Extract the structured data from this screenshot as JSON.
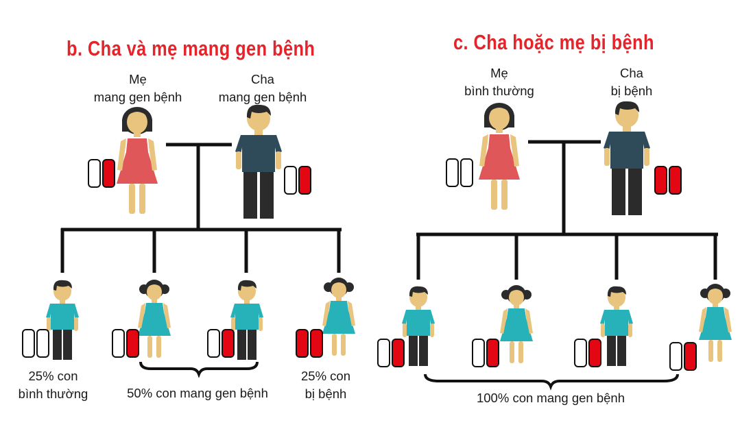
{
  "left": {
    "title": "b. Cha và mẹ mang gen bệnh",
    "mother_label": [
      "Mẹ",
      "mang gen bệnh"
    ],
    "father_label": [
      "Cha",
      "mang gen bệnh"
    ],
    "outcome_normal": [
      "25% con",
      "bình thường"
    ],
    "outcome_carrier": "50% con mang gen bệnh",
    "outcome_sick": [
      "25% con",
      "bị bệnh"
    ]
  },
  "right": {
    "title": "c. Cha hoặc mẹ bị bệnh",
    "mother_label": [
      "Mẹ",
      "bình thường"
    ],
    "father_label": [
      "Cha",
      "bị bệnh"
    ],
    "outcome_all": "100% con mang gen bệnh"
  },
  "colors": {
    "title": "#e4242b",
    "gene_red": "#e30613",
    "mother_dress": "#e0575a",
    "father_shirt": "#2f4a58",
    "child_teal": "#26b2b8",
    "skin": "#e8c47f",
    "hair": "#2b2b2b",
    "pants": "#2b2b2b",
    "line": "#111111"
  },
  "icons": [
    "woman-icon",
    "man-icon",
    "girl-icon",
    "boy-icon",
    "chromosome-pair-icon",
    "curly-brace-icon"
  ]
}
